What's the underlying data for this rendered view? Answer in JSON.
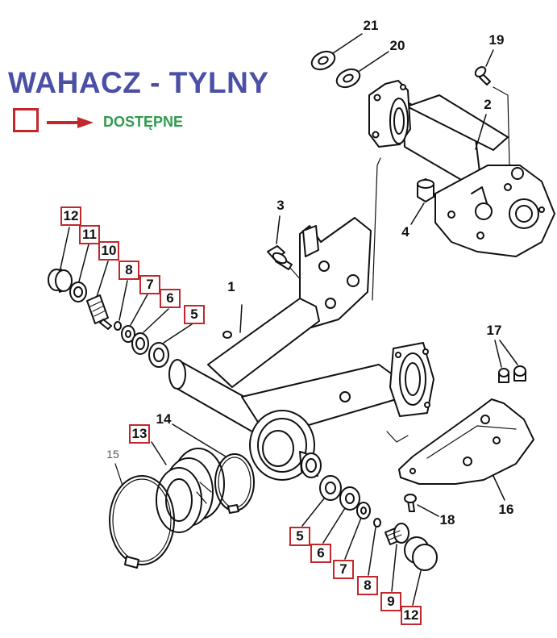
{
  "title": "WAHACZ - TYLNY",
  "legend": {
    "label": "DOSTĘPNE"
  },
  "colors": {
    "title": "#4b4fa6",
    "available_box": "#c1272d",
    "legend_text": "#2f9b4d",
    "line": "#111111"
  },
  "callouts": [
    {
      "number": "21",
      "available": false
    },
    {
      "number": "20",
      "available": false
    },
    {
      "number": "19",
      "available": false
    },
    {
      "number": "2",
      "available": false
    },
    {
      "number": "3",
      "available": false
    },
    {
      "number": "4",
      "available": false
    },
    {
      "number": "1",
      "available": false
    },
    {
      "number": "12",
      "available": true
    },
    {
      "number": "11",
      "available": true
    },
    {
      "number": "10",
      "available": true
    },
    {
      "number": "8",
      "available": true
    },
    {
      "number": "7",
      "available": true
    },
    {
      "number": "6",
      "available": true
    },
    {
      "number": "5",
      "available": true
    },
    {
      "number": "17",
      "available": false
    },
    {
      "number": "13",
      "available": true
    },
    {
      "number": "14",
      "available": false
    },
    {
      "number": "15",
      "available": false
    },
    {
      "number": "16",
      "available": false
    },
    {
      "number": "18",
      "available": false
    },
    {
      "number": "5",
      "available": true
    },
    {
      "number": "6",
      "available": true
    },
    {
      "number": "7",
      "available": true
    },
    {
      "number": "8",
      "available": true
    },
    {
      "number": "9",
      "available": true
    },
    {
      "number": "12",
      "available": true
    }
  ]
}
